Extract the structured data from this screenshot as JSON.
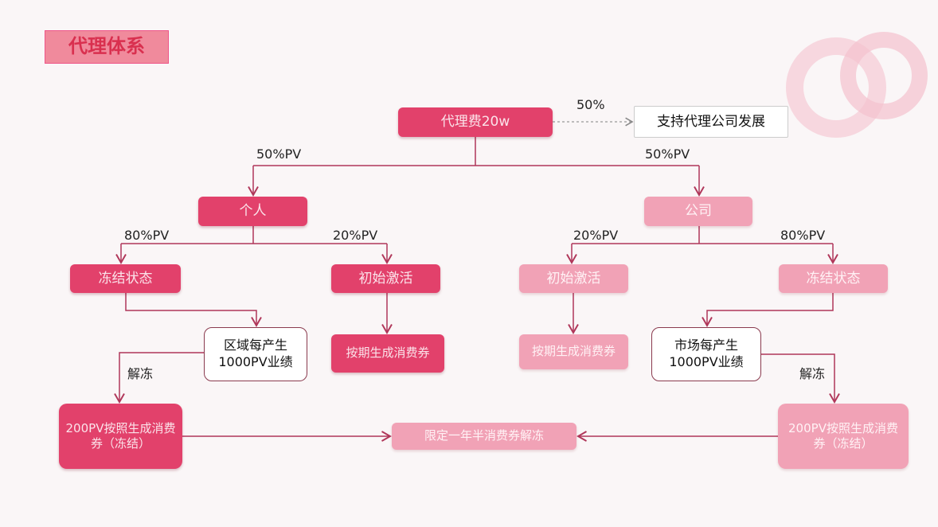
{
  "title": "代理体系",
  "nodes": {
    "fee": "代理费20w",
    "support": "支持代理公司发展",
    "personal": "个人",
    "company": "公司",
    "frozen_left": "冻结状态",
    "activate_left": "初始激活",
    "activate_right": "初始激活",
    "frozen_right": "冻结状态",
    "region": "区域每产生\n1000PV业绩",
    "voucher_left": "按期生成消费券",
    "voucher_right": "按期生成消费券",
    "market": "市场每产生\n1000PV业绩",
    "frozen_voucher_left": "200PV按照生成消费券（冻结）",
    "unfreeze_center": "限定一年半消费券解冻",
    "frozen_voucher_right": "200PV按照生成消费券（冻结）"
  },
  "labels": {
    "support_pct": "50%",
    "left_pv": "50%PV",
    "right_pv": "50%PV",
    "p80": "80%PV",
    "p20": "20%PV",
    "c20": "20%PV",
    "c80": "80%PV",
    "unfreeze_left": "解冻",
    "unfreeze_right": "解冻"
  },
  "colors": {
    "dark": "#e2416b",
    "light": "#f1a2b6",
    "line": "#b0375a"
  }
}
